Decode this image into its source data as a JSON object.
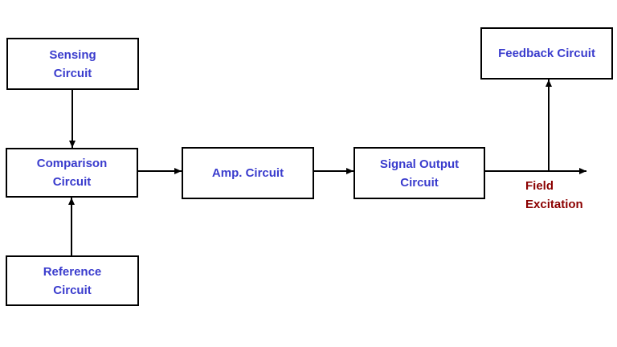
{
  "diagram": {
    "boxes": {
      "sensing": {
        "line1": "Sensing",
        "line2": "Circuit"
      },
      "comparison": {
        "line1": "Comparison",
        "line2": "Circuit"
      },
      "reference": {
        "line1": "Reference",
        "line2": "Circuit"
      },
      "amp": {
        "line1": "Amp. Circuit"
      },
      "signal_output": {
        "line1": "Signal Output",
        "line2": "Circuit"
      },
      "feedback": {
        "line1": "Feedback Circuit"
      }
    },
    "annotation": {
      "line1": "Field",
      "line2": "Excitation"
    },
    "connections": [
      {
        "from": "Sensing Circuit",
        "to": "Comparison Circuit",
        "direction": "down"
      },
      {
        "from": "Reference Circuit",
        "to": "Comparison Circuit",
        "direction": "up"
      },
      {
        "from": "Comparison Circuit",
        "to": "Amp. Circuit",
        "direction": "right"
      },
      {
        "from": "Amp. Circuit",
        "to": "Signal Output Circuit",
        "direction": "right"
      },
      {
        "from": "Signal Output Circuit",
        "to": "Field Excitation",
        "direction": "right"
      },
      {
        "from": "Signal Output Circuit",
        "to": "Feedback Circuit",
        "direction": "up"
      }
    ],
    "colors": {
      "label": "#3a3ccd",
      "annotation": "#8b0000",
      "line": "#000000",
      "box_border": "#000000",
      "background": "#ffffff"
    }
  }
}
